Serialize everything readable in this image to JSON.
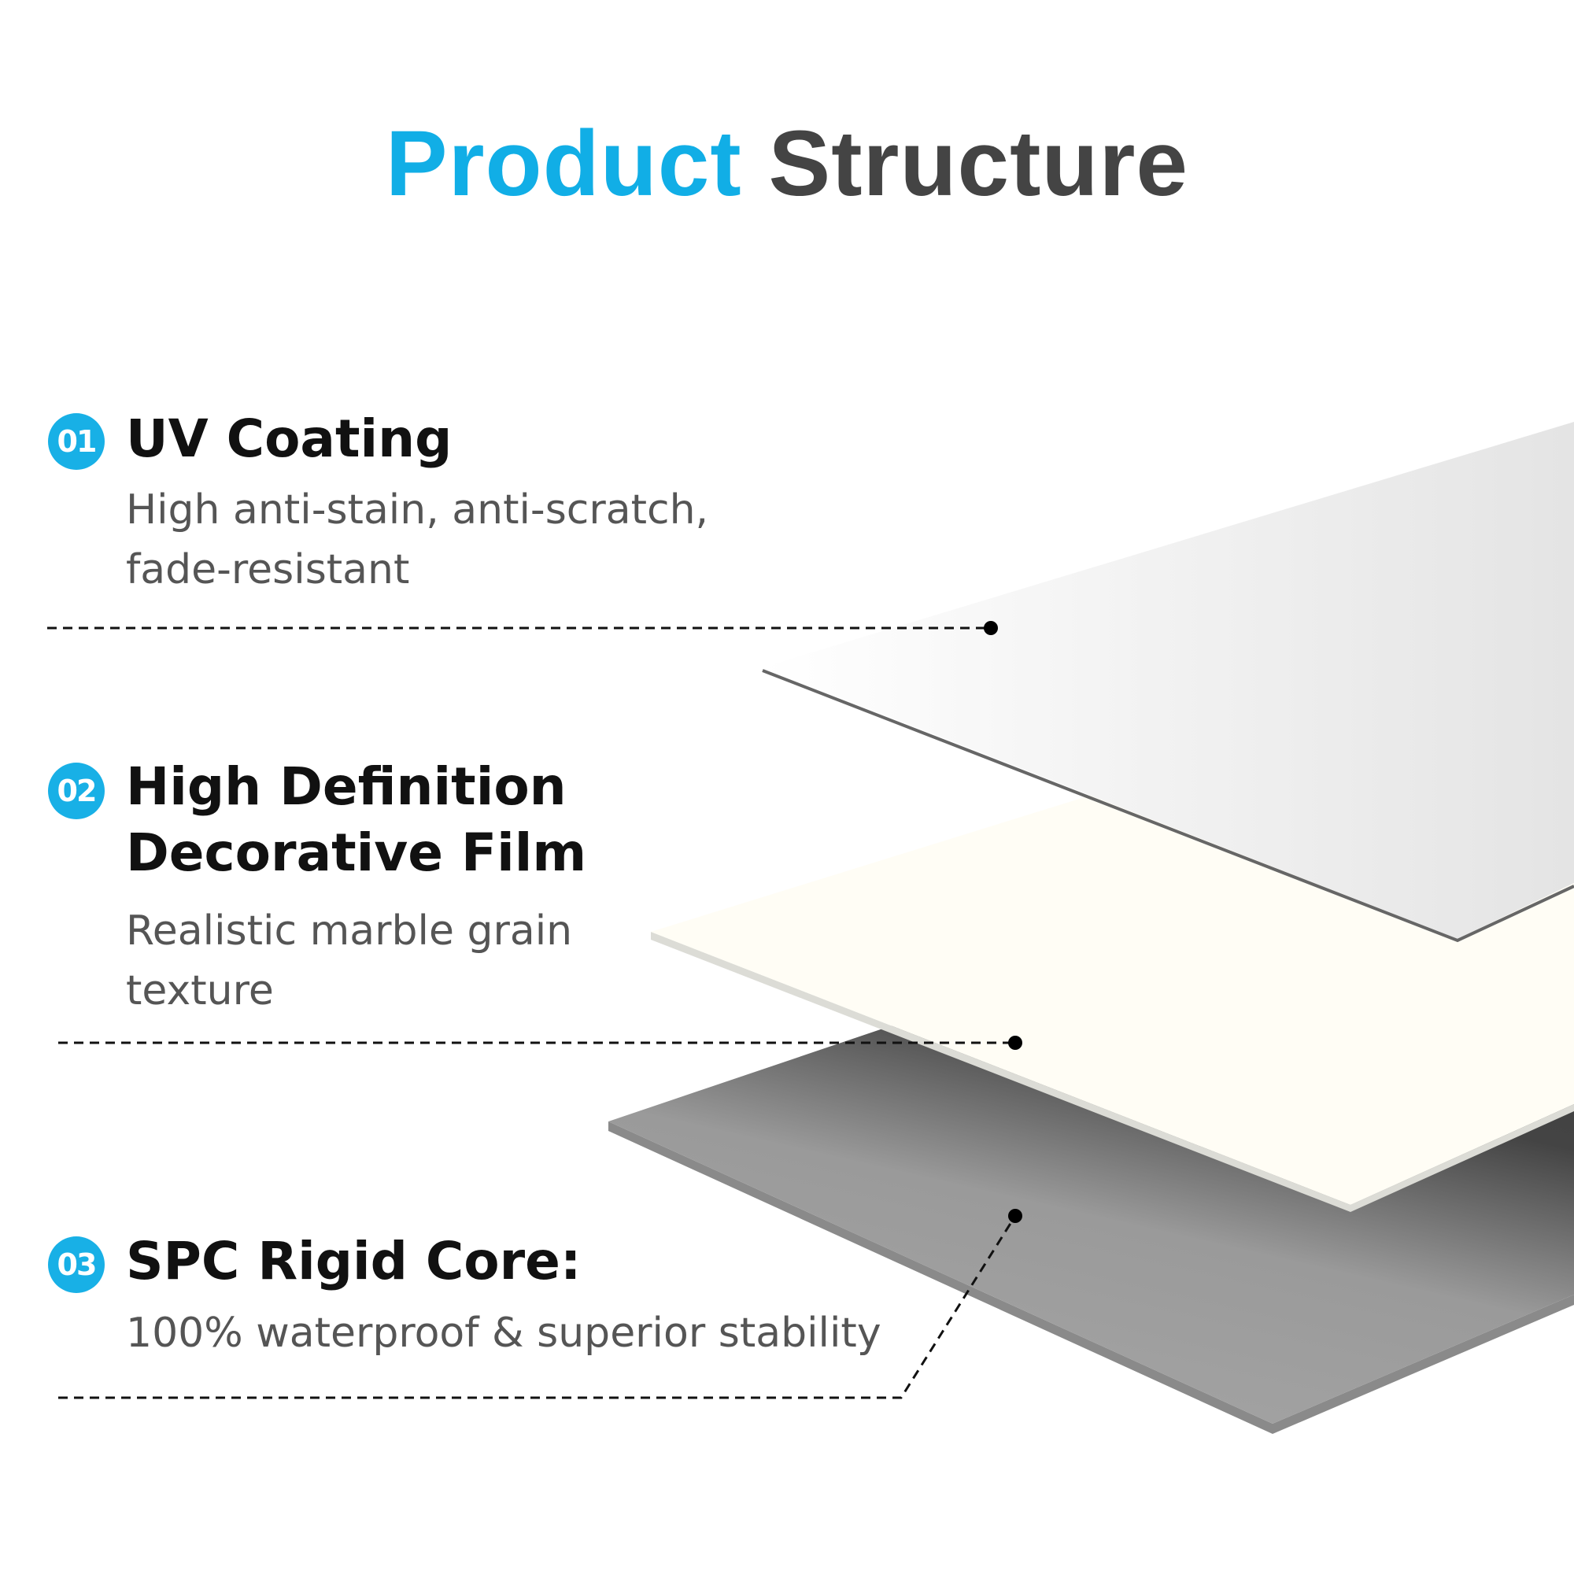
{
  "title": {
    "part1": "Product",
    "part2": "Structure"
  },
  "colors": {
    "accent": "#18b0e6",
    "title_dark": "#444444",
    "film": "#fffdf5",
    "core": "#3f3f3f"
  },
  "layers": [
    {
      "number": "01",
      "heading": "UV Coating",
      "heading2": "",
      "desc1": "High anti-stain, anti-scratch,",
      "desc2": "fade-resistant"
    },
    {
      "number": "02",
      "heading": "High Definition",
      "heading2": "Decorative Film",
      "desc1": "Realistic marble grain",
      "desc2": "texture"
    },
    {
      "number": "03",
      "heading": "SPC Rigid Core:",
      "heading2": "",
      "desc1": "100% waterproof & superior stability",
      "desc2": ""
    }
  ]
}
